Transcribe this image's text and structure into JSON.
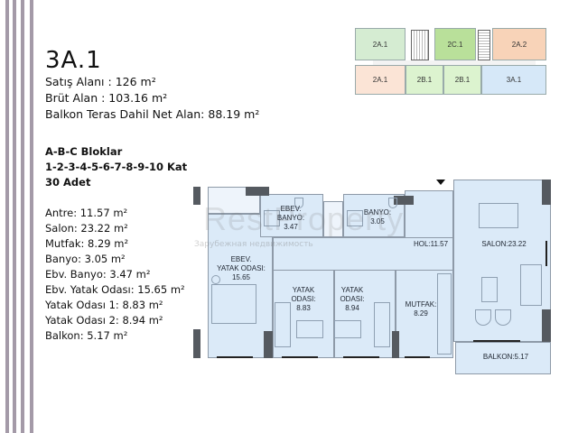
{
  "unit": {
    "title": "3A.1",
    "sales_area": "Satış Alanı :  126 m²",
    "gross_area": "Brüt Alan   :  103.16 m²",
    "net_area": "Balkon Teras Dahil Net Alan: 88.19 m²"
  },
  "blocks": {
    "blocks_line": "A-B-C Bloklar",
    "floors_line": "1-2-3-4-5-6-7-8-9-10 Kat",
    "count_line": "30 Adet"
  },
  "room_areas": [
    "Antre: 11.57 m²",
    "Salon: 23.22 m²",
    "Mutfak: 8.29 m²",
    "Banyo: 3.05 m²",
    "Ebv. Banyo: 3.47 m²",
    "Ebv. Yatak Odası: 15.65 m²",
    "Yatak Odası 1: 8.83 m²",
    "Yatak Odası 2: 8.94 m²",
    "Balkon: 5.17 m²"
  ],
  "key_plan": {
    "units": [
      {
        "label": "2A.1",
        "color": "#d5ecd2"
      },
      {
        "label": "2C.1",
        "color": "#b9e09a"
      },
      {
        "label": "2A.2",
        "color": "#f8d3b8"
      },
      {
        "label": "2A.1",
        "color": "#fbe4d6"
      },
      {
        "label": "2B.1",
        "color": "#dcf3cf"
      },
      {
        "label": "2B.1",
        "color": "#dcf3cf"
      },
      {
        "label": "3A.1",
        "color": "#d6e8f8"
      }
    ]
  },
  "floor_plan": {
    "labels": {
      "ebev_banyo": "EBEV.\nBANYO:\n3.47",
      "banyo": "BANYO:\n3.05",
      "ebev_yatak": "EBEV.\nYATAK ODASI:\n15.65",
      "yatak1": "YATAK\nODASI:\n8.83",
      "yatak2": "YATAK\nODASI:\n8.94",
      "mutfak": "MUTFAK:\n8.29",
      "hol": "HOL:11.57",
      "salon": "SALON:23.22",
      "balkon": "BALKON:5.17"
    },
    "room_color": "#dbeaf8",
    "wall_color": "#555a60"
  },
  "watermark": {
    "brand": "RestProperty",
    "tagline": "Зарубежная недвижимость"
  }
}
